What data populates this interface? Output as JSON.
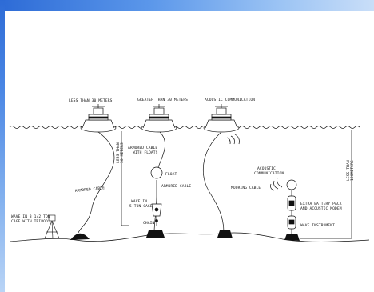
{
  "diagram": {
    "buoy_titles": {
      "left": "LESS THAN 30 METERS",
      "center": "GREATER THAN 30 METERS",
      "right": "ACOUSTIC COMMUNICATION"
    },
    "labels": {
      "armored_cable_left": "ARMORED CABLE",
      "armored_cable_with_floats_1": "ARMORED CABLE",
      "armored_cable_with_floats_2": "WITH FLOATS",
      "less_than_30_meters_1": "LESS THAN",
      "less_than_30_meters_2": "30 METERS",
      "float": "FLOAT",
      "armored_cable_center": "ARMORED CABLE",
      "wave_in_cage_1": "WAVE IN",
      "wave_in_cage_2": "5 TON CAGE",
      "chain": "CHAIN",
      "mooring_cable": "MOORING CABLE",
      "acoustic_communication_1": "ACOUSTIC",
      "acoustic_communication_2": "COMMUNICATION",
      "extra_battery_1": "EXTRA BATTERY PACK",
      "extra_battery_2": "AND ACOUSTIC MODEM",
      "wave_instrument": "WAVE INSTRUMENT",
      "less_than_100_meters_1": "LESS THAN",
      "less_than_100_meters_2": "100METERS",
      "wave_tripod_1": "WAVE IN 3 1/2 TON",
      "wave_tripod_2": "CAGE WITH TRIPOD"
    }
  }
}
